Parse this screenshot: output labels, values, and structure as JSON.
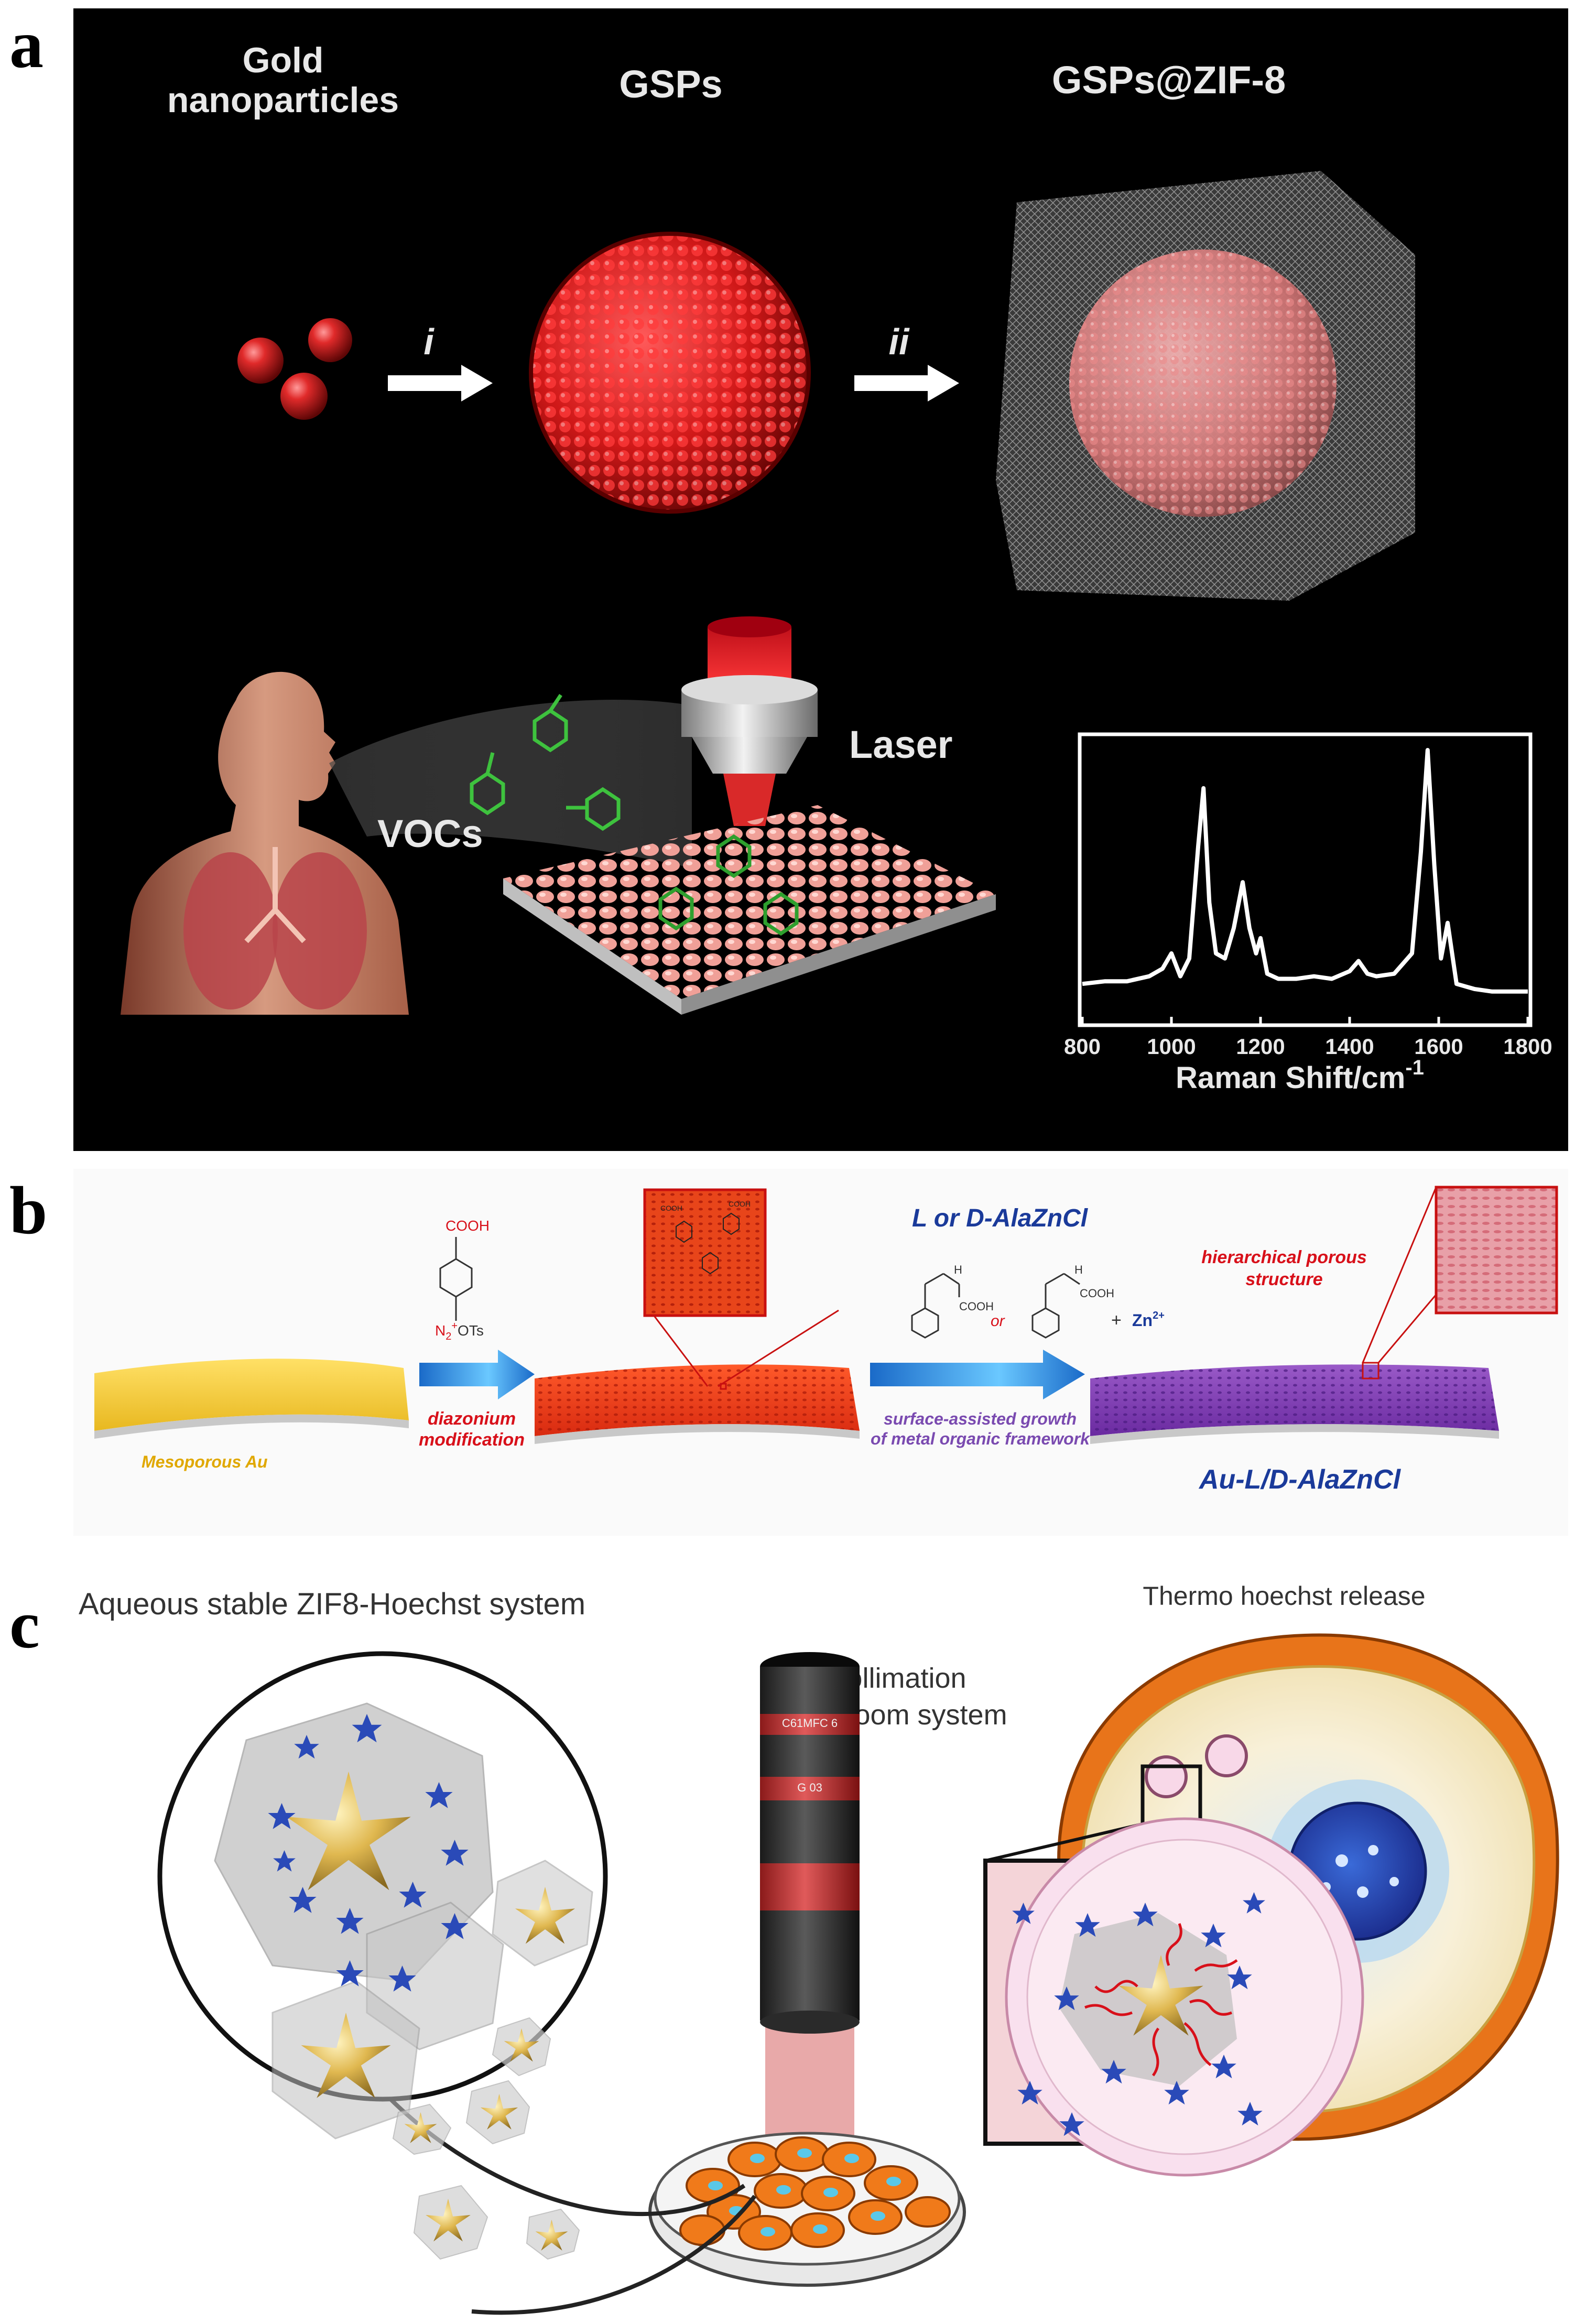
{
  "panels": {
    "a": {
      "label": "a",
      "gold_label_line1": "Gold",
      "gold_label_line2": "nanoparticles",
      "gsps_label": "GSPs",
      "gsps_zif_label": "GSPs@ZIF-8",
      "step_i": "i",
      "step_ii": "ii",
      "vocs_label": "VOCs",
      "laser_label": "Laser",
      "inset_spectrum": {
        "xlabel": "Raman Shift/cm",
        "xlabel_sup": "-1",
        "x_ticks": [
          "800",
          "1000",
          "1200",
          "1400",
          "1600",
          "1800"
        ]
      }
    },
    "b": {
      "label": "b",
      "mesoporous_label": "Mesoporous Au",
      "diazonium_line1": "diazonium",
      "diazonium_line2": "modification",
      "reagent_cooh": "COOH",
      "reagent_n2": "N",
      "reagent_n2_sub": "2",
      "reagent_n2_sup": "+",
      "reagent_ots": "OTs",
      "ligand_title": "L or D-AlaZnCl",
      "ligand_or": "or",
      "ligand_cooh": "COOH",
      "ligand_nh": "H",
      "zn_plus": "+",
      "zn_label": "Zn",
      "zn_sup": "2+",
      "growth_line1": "surface-assisted growth",
      "growth_line2": "of metal organic framework",
      "hier_line1": "hierarchical porous",
      "hier_line2": "structure",
      "product_label": "Au-L/D-AlaZnCl",
      "inset_cooh_1": "COOH",
      "inset_cooh_2": "COOH"
    },
    "c": {
      "label": "c",
      "title_left": "Aqueous stable ZIF8-Hoechst system",
      "collimation_line1": "Collimation",
      "collimation_line2": "and zoom system",
      "title_right": "Thermo hoechst release",
      "lens_text_1": "C61MFC 6",
      "lens_text_2": "G 03"
    }
  },
  "chart_data": {
    "type": "line",
    "title": "",
    "xlabel": "Raman Shift/cm-1",
    "ylabel": "",
    "xlim": [
      800,
      1800
    ],
    "x_ticks": [
      800,
      1000,
      1200,
      1400,
      1600,
      1800
    ],
    "series": [
      {
        "x": [
          800,
          850,
          900,
          950,
          980,
          1000,
          1020,
          1040,
          1060,
          1072,
          1085,
          1100,
          1120,
          1140,
          1160,
          1175,
          1190,
          1200,
          1215,
          1240,
          1280,
          1320,
          1360,
          1400,
          1420,
          1440,
          1460,
          1500,
          1540,
          1560,
          1575,
          1590,
          1605,
          1620,
          1640,
          1680,
          1720,
          1760,
          1800
        ],
        "y": [
          0.08,
          0.09,
          0.09,
          0.11,
          0.14,
          0.2,
          0.11,
          0.18,
          0.62,
          0.85,
          0.4,
          0.2,
          0.18,
          0.3,
          0.48,
          0.3,
          0.2,
          0.26,
          0.12,
          0.1,
          0.1,
          0.11,
          0.1,
          0.13,
          0.17,
          0.12,
          0.11,
          0.12,
          0.2,
          0.6,
          1.0,
          0.55,
          0.18,
          0.32,
          0.08,
          0.06,
          0.05,
          0.05,
          0.05
        ]
      }
    ]
  }
}
